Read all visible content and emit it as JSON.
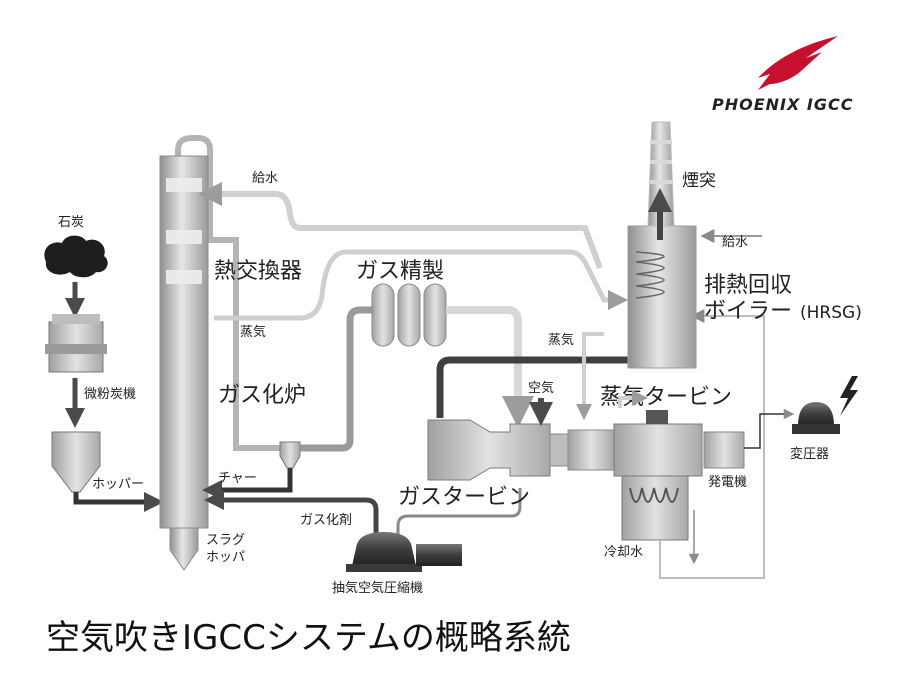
{
  "logo": {
    "text": "PHOENIX IGCC",
    "color": "#c8102e"
  },
  "caption": "空気吹きIGCCシステムの概略系統",
  "labels": {
    "coal": "石炭",
    "pulverizer": "微粉炭機",
    "hopper": "ホッパー",
    "water_in_left": "給水",
    "heat_exchanger": "熱交換器",
    "steam_left": "蒸気",
    "gasifier": "ガス化炉",
    "char": "チャー",
    "gasifying_agent": "ガス化剤",
    "slag_hopper_1": "スラグ",
    "slag_hopper_2": "ホッパ",
    "compressor": "抽気空気圧縮機",
    "gas_cleanup": "ガス精製",
    "air": "空気",
    "gas_turbine": "ガスタービン",
    "steam_mid": "蒸気",
    "steam_turbine": "蒸気タービン",
    "chimney": "煙突",
    "water_in_right": "給水",
    "hrsg_1": "排熱回収",
    "hrsg_2": "ボイラー",
    "hrsg_abbr": "(HRSG)",
    "generator": "発電機",
    "cooling_water": "冷却水",
    "transformer": "変圧器"
  },
  "colors": {
    "light_pipe": "#c9c9c9",
    "dark_pipe": "#4a4a4a",
    "equipment": "#b5b5b5",
    "dark_equipment": "#555555",
    "accent": "#c8102e"
  }
}
